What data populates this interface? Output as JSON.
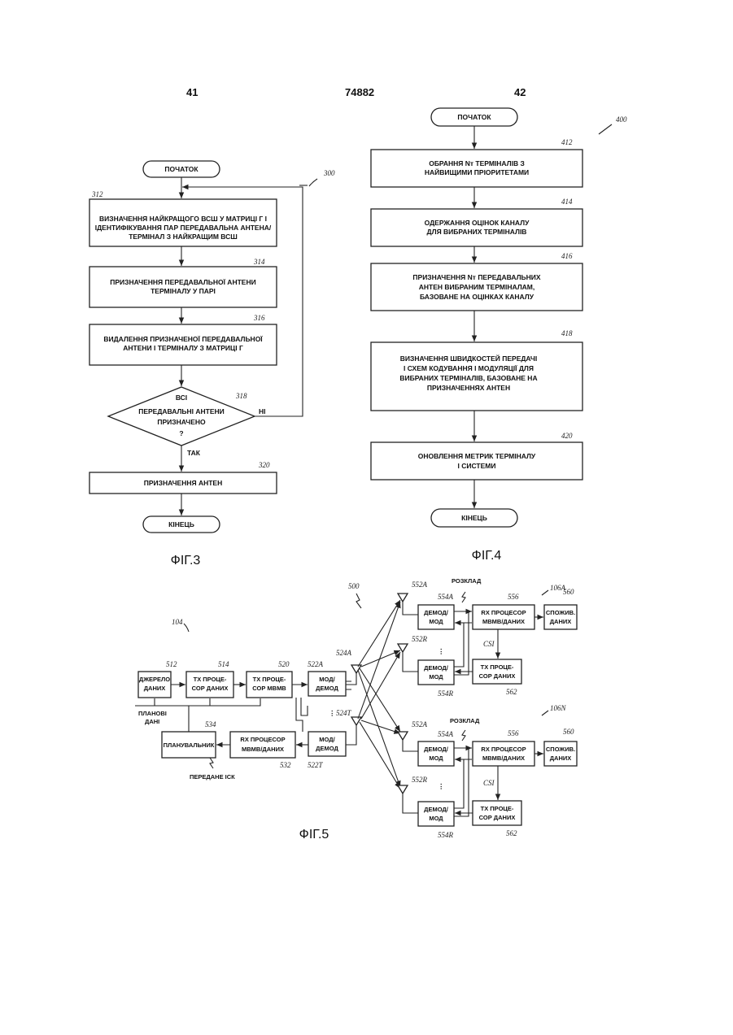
{
  "header": {
    "left_page": "41",
    "patent_no": "74882",
    "right_page": "42"
  },
  "fig3": {
    "ref": "300",
    "start": "ПОЧАТОК",
    "step312": {
      "ref": "312",
      "lines": [
        "ВИЗНАЧЕННЯ НАЙКРАЩОГО ВСШ У МАТРИЦІ Г І",
        "ІДЕНТИФІКУВАННЯ ПАР ПЕРЕДАВАЛЬНА АНТЕНА/",
        "ТЕРМІНАЛ З НАЙКРАЩИМ ВСШ"
      ]
    },
    "step314": {
      "ref": "314",
      "lines": [
        "ПРИЗНАЧЕННЯ ПЕРЕДАВАЛЬНОЇ АНТЕНИ",
        "ТЕРМІНАЛУ У ПАРІ"
      ]
    },
    "step316": {
      "ref": "316",
      "lines": [
        "ВИДАЛЕННЯ ПРИЗНАЧЕНОЇ ПЕРЕДАВАЛЬНОЇ",
        "АНТЕНИ І ТЕРМІНАЛУ З МАТРИЦІ Г"
      ]
    },
    "decision318": {
      "ref": "318",
      "lines": [
        "ВСІ",
        "ПЕРЕДАВАЛЬНІ АНТЕНИ",
        "ПРИЗНАЧЕНО",
        "?"
      ],
      "no": "НІ",
      "yes": "ТАК"
    },
    "step320": {
      "ref": "320",
      "label": "ПРИЗНАЧЕННЯ АНТЕН"
    },
    "end": "КІНЕЦЬ",
    "caption": "ФІГ.3"
  },
  "fig4": {
    "ref": "400",
    "start": "ПОЧАТОК",
    "step412": {
      "ref": "412",
      "lines": [
        "ОБРАННЯ Nт ТЕРМІНАЛІВ З",
        "НАЙВИЩИМИ ПРІОРИТЕТАМИ"
      ]
    },
    "step414": {
      "ref": "414",
      "lines": [
        "ОДЕРЖАННЯ ОЦІНОК КАНАЛУ",
        "ДЛЯ ВИБРАНИХ ТЕРМІНАЛІВ"
      ]
    },
    "step416": {
      "ref": "416",
      "lines": [
        "ПРИЗНАЧЕННЯ Nт ПЕРЕДАВАЛЬНИХ",
        "АНТЕН ВИБРАНИМ ТЕРМІНАЛАМ,",
        "БАЗОВАНЕ НА ОЦІНКАХ КАНАЛУ"
      ]
    },
    "step418": {
      "ref": "418",
      "lines": [
        "ВИЗНАЧЕННЯ ШВИДКОСТЕЙ ПЕРЕДАЧІ",
        "І СХЕМ КОДУВАННЯ І МОДУЛЯЦІЇ ДЛЯ",
        "ВИБРАНИХ ТЕРМІНАЛІВ, БАЗОВАНЕ НА",
        "ПРИЗНАЧЕННЯХ АНТЕН"
      ]
    },
    "step420": {
      "ref": "420",
      "lines": [
        "ОНОВЛЕННЯ МЕТРИК ТЕРМІНАЛУ",
        "І СИСТЕМИ"
      ]
    },
    "end": "КІНЕЦЬ",
    "caption": "ФІГ.4"
  },
  "fig5": {
    "ref": "500",
    "ap_ref": "104",
    "caption": "ФІГ.5",
    "source": {
      "ref": "512",
      "lines": [
        "ДЖЕРЕЛО",
        "ДАНИХ"
      ]
    },
    "tx_data": {
      "ref": "514",
      "lines": [
        "TX ПРОЦЕ-",
        "СОР ДАНИХ"
      ]
    },
    "tx_mimo": {
      "ref": "520",
      "lines": [
        "TX ПРОЦЕ-",
        "СОР МВМВ"
      ]
    },
    "mod_a": {
      "ref": "522A",
      "lines": [
        "МОД/",
        "ДЕМОД"
      ]
    },
    "mod_t": {
      "ref": "522T",
      "lines": [
        "МОД/",
        "ДЕМОД"
      ]
    },
    "rx_mimo": {
      "ref": "532",
      "lines": [
        "RX ПРОЦЕСОР",
        "МВМВ/ДАНИХ"
      ]
    },
    "scheduler": {
      "ref": "534",
      "label": "ПЛАНУВАЛЬНИК"
    },
    "ant_a": "524A",
    "ant_t": "524T",
    "sched_info": [
      "ПЛАНОВІ",
      "ДАНІ"
    ],
    "csi_sent": "ПЕРЕДАНЕ ІСК",
    "terminals": [
      {
        "ref": "106A",
        "schedule": "РОЗКЛАД",
        "ant_a": "552A",
        "ant_r": "552R",
        "demod_a": {
          "ref": "554A",
          "lines": [
            "ДЕМОД/",
            "МОД"
          ]
        },
        "demod_r": {
          "ref": "554R",
          "lines": [
            "ДЕМОД/",
            "МОД"
          ]
        },
        "rx": {
          "ref": "556",
          "lines": [
            "RX ПРОЦЕСОР",
            "МВМВ/ДАНИХ"
          ]
        },
        "sink": {
          "ref": "560",
          "lines": [
            "СПОЖИВ.",
            "ДАНИХ"
          ]
        },
        "tx": {
          "ref": "562",
          "lines": [
            "TX ПРОЦЕ-",
            "СОР ДАНИХ"
          ]
        },
        "csi": "CSI"
      },
      {
        "ref": "106N",
        "schedule": "РОЗКЛАД",
        "ant_a": "552A",
        "ant_r": "552R",
        "demod_a": {
          "ref": "554A",
          "lines": [
            "ДЕМОД/",
            "МОД"
          ]
        },
        "demod_r": {
          "ref": "554R",
          "lines": [
            "ДЕМОД/",
            "МОД"
          ]
        },
        "rx": {
          "ref": "556",
          "lines": [
            "RX ПРОЦЕСОР",
            "МВМВ/ДАНИХ"
          ]
        },
        "sink": {
          "ref": "560",
          "lines": [
            "СПОЖИВ.",
            "ДАНИХ"
          ]
        },
        "tx": {
          "ref": "562",
          "lines": [
            "TX ПРОЦЕ-",
            "СОР ДАНИХ"
          ]
        },
        "csi": "CSI"
      }
    ]
  }
}
